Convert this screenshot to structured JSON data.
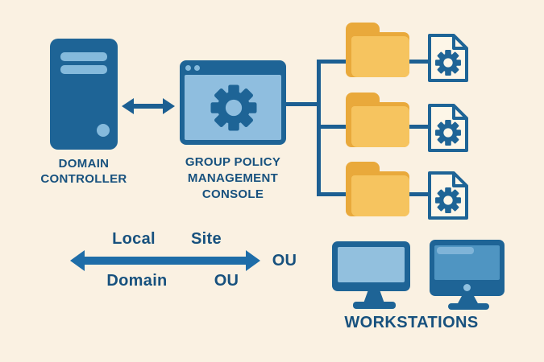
{
  "colors": {
    "background": "#FAF1E2",
    "icon_blue": "#1E6496",
    "light_blue": "#85BADC",
    "navy_text": "#17517E",
    "scope_arrow_blue": "#1E6DA8",
    "folder_light": "#F6C45F",
    "folder_dark": "#E9A93B"
  },
  "icons": {
    "server": "server-tower-icon",
    "gpmc": "browser-window-icon",
    "gear": "gear-icon",
    "folder": "folder-icon",
    "gpo_file": "gpo-document-gear-icon",
    "monitor": "monitor-icon",
    "link_arrow": "double-headed-arrow-icon"
  },
  "domain_controller": {
    "label": [
      "DOMAIN",
      "CONTROLLER"
    ]
  },
  "gpmc": {
    "label": [
      "GROUP POLICY",
      "MANAGEMENT",
      "CONSOLE"
    ]
  },
  "gpo_links": {
    "folder_count": 3,
    "document_count": 3
  },
  "scope_axis": {
    "above_left": "Local",
    "above_right": "Site",
    "below_left": "Domain",
    "below_right": "OU",
    "right_end": "OU"
  },
  "workstations": {
    "label": "WORKSTATIONS",
    "monitor_count": 2
  }
}
